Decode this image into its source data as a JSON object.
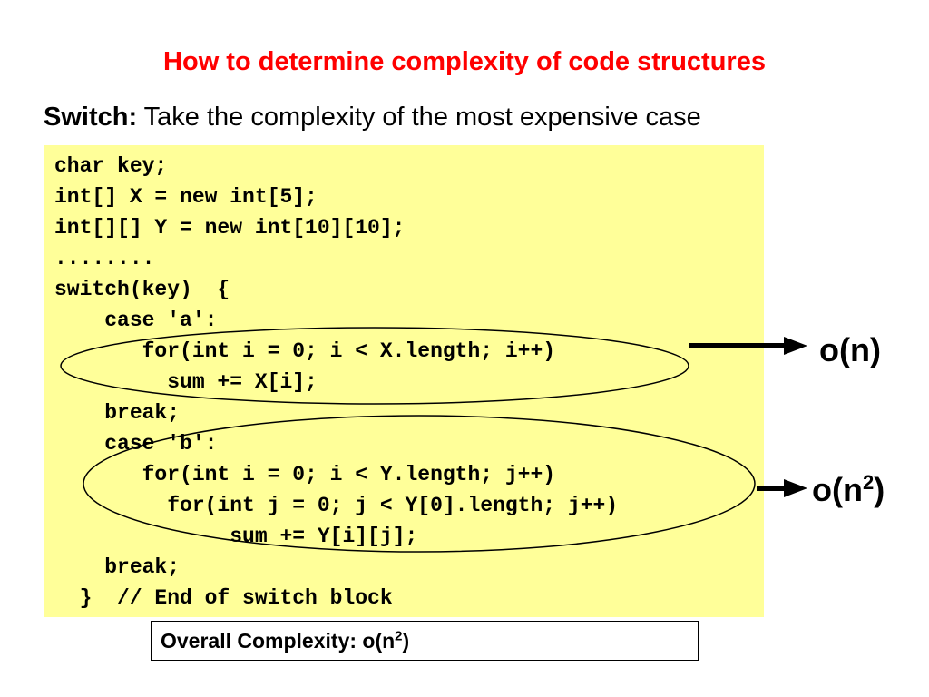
{
  "slide": {
    "title": "How to determine complexity of code structures",
    "subtitle_keyword": "Switch:",
    "subtitle_text": " Take the complexity of the most expensive case"
  },
  "code": {
    "lines": [
      "char key;",
      "int[] X = new int[5];",
      "int[][] Y = new int[10][10];",
      "........",
      "switch(key)  {",
      "    case 'a':",
      "       for(int i = 0; i < X.length; i++)",
      "         sum += X[i];",
      "    break;",
      "    case 'b':",
      "       for(int i = 0; i < Y.length; j++)",
      "         for(int j = 0; j < Y[0].length; j++)",
      "              sum += Y[i][j];",
      "    break;",
      "  }  // End of switch block"
    ]
  },
  "annotations": {
    "case_a_label": "o(n)",
    "case_b_label_base": "o(n",
    "case_b_label_exp": "2",
    "case_b_label_close": ")"
  },
  "summary": {
    "prefix": "Overall Complexity:  o(n",
    "exp": "2",
    "close": ")"
  }
}
